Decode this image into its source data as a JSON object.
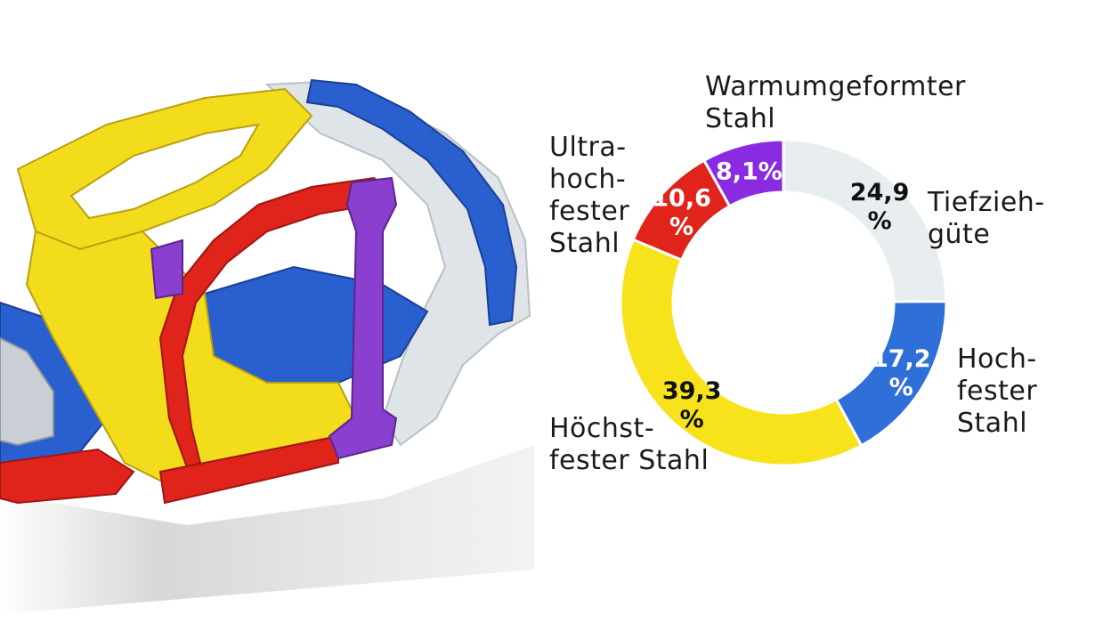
{
  "chart_data": {
    "type": "pie",
    "variant": "donut",
    "categories": [
      "Tiefzieh-\ngüte",
      "Hoch-\nfester\nStahl",
      "Höchst-\nfester Stahl",
      "Ultra-\nhoch-\nfester\nStahl",
      "Warmumgeformter\nStahl"
    ],
    "values": [
      24.9,
      17.2,
      39.3,
      10.6,
      8.1
    ],
    "value_labels": [
      [
        "24,9",
        "%"
      ],
      [
        "17,2",
        "%"
      ],
      [
        "39,3",
        "%"
      ],
      [
        "10,6",
        "%"
      ],
      [
        "8,1%"
      ]
    ],
    "colors": [
      "#e8eef0",
      "#2f6fd8",
      "#f7e21b",
      "#e0241b",
      "#8a2be2"
    ],
    "value_text_colors": [
      "#111111",
      "#ffffff",
      "#111111",
      "#ffffff",
      "#ffffff"
    ],
    "start_angle": "12 o'clock",
    "direction": "clockwise",
    "legend": "direct labels"
  },
  "illustration": {
    "subject": "car body-in-white",
    "colors": {
      "yellow": "#f3dc1c",
      "blue": "#2a5fd0",
      "red": "#e0241b",
      "purple": "#8a3fcf",
      "white": "#dfe4e8"
    }
  }
}
